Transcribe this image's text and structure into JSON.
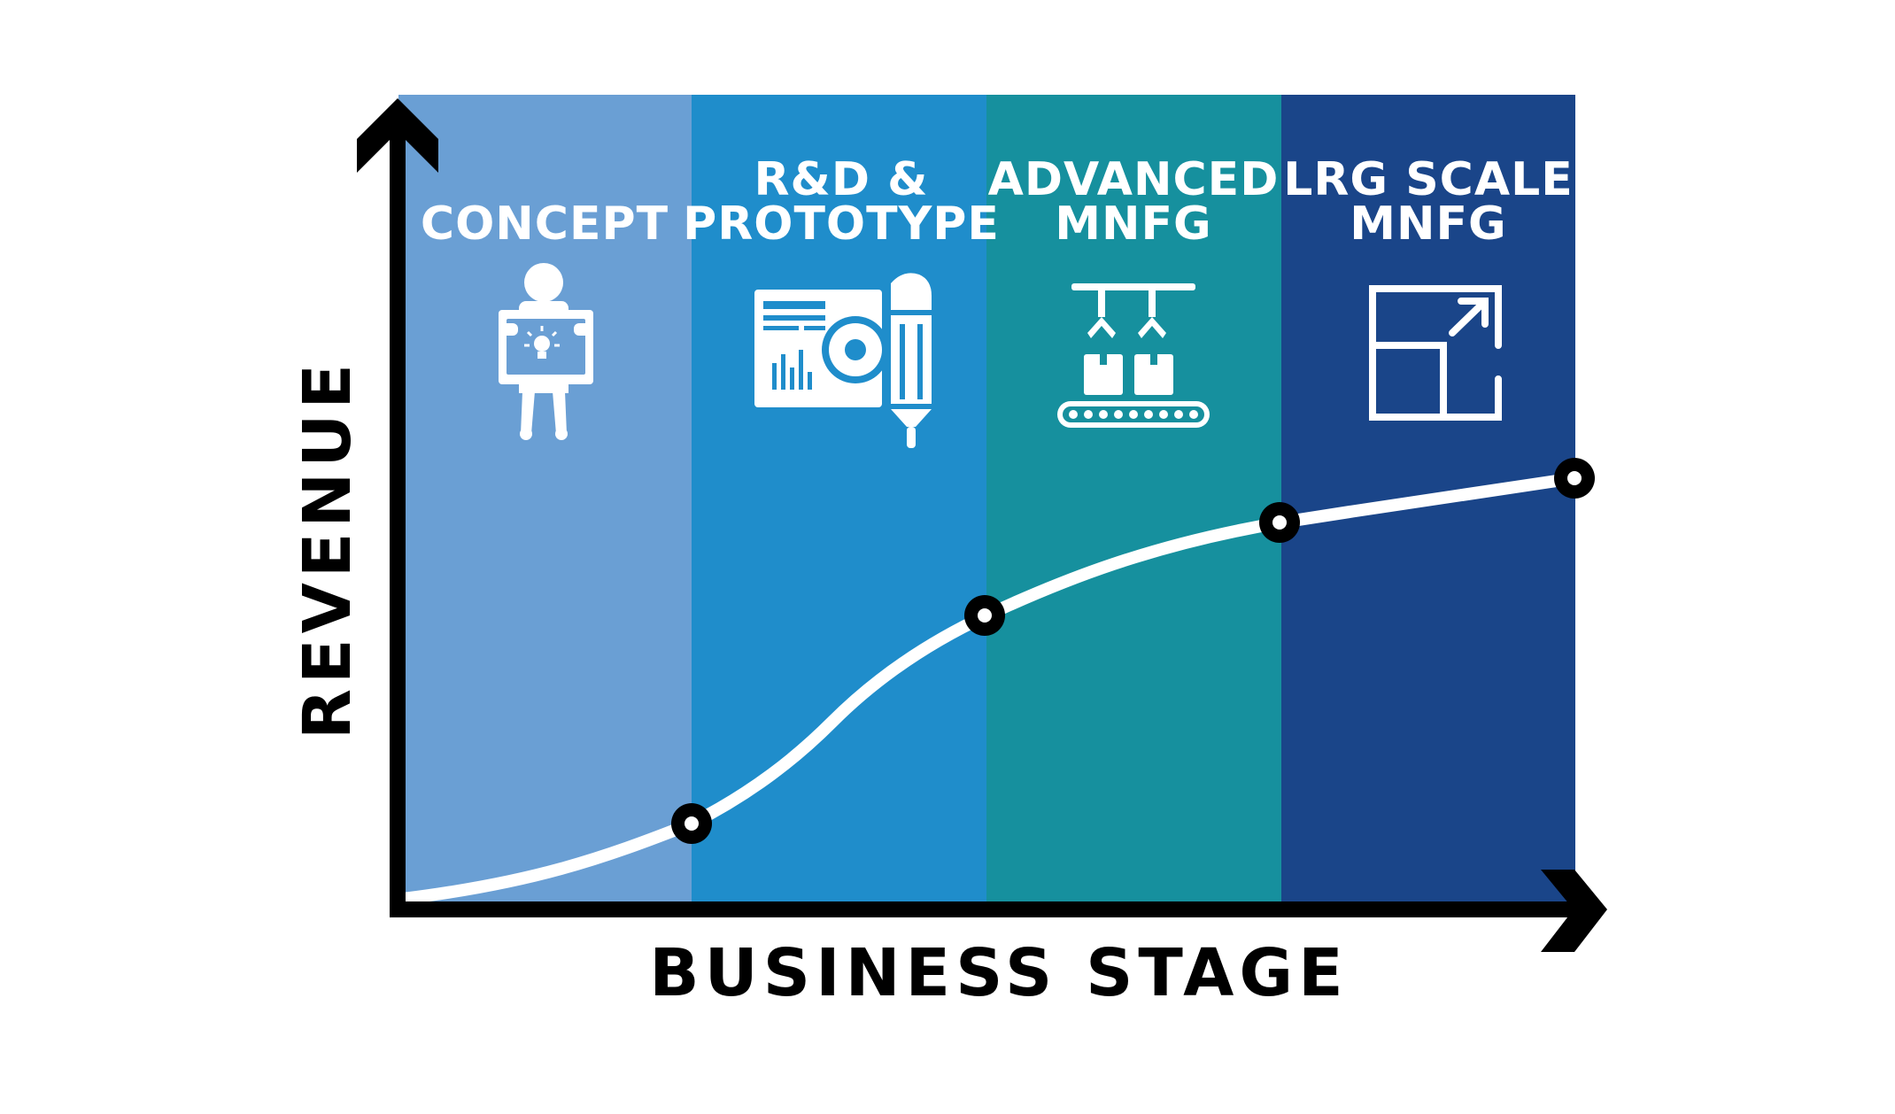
{
  "axes": {
    "x_label": "BUSINESS STAGE",
    "y_label": "REVENUE"
  },
  "stages": [
    {
      "line1": "CONCEPT",
      "line2": "",
      "color": "#6a9fd4",
      "icon": "person-presenting-idea-icon"
    },
    {
      "line1": "R&D &",
      "line2": "PROTOTYPE",
      "color": "#1f8dcb",
      "icon": "blueprint-gear-pencil-icon"
    },
    {
      "line1": "ADVANCED",
      "line2": "MNFG",
      "color": "#16909e",
      "icon": "robotic-assembly-line-icon"
    },
    {
      "line1": "LRG SCALE",
      "line2": "MNFG",
      "color": "#1a4589",
      "icon": "scale-up-expand-icon"
    }
  ],
  "colors": {
    "axis": "#000000",
    "curve": "#ffffff",
    "marker_ring": "#000000",
    "marker_center": "#ffffff"
  },
  "markers": 4
}
